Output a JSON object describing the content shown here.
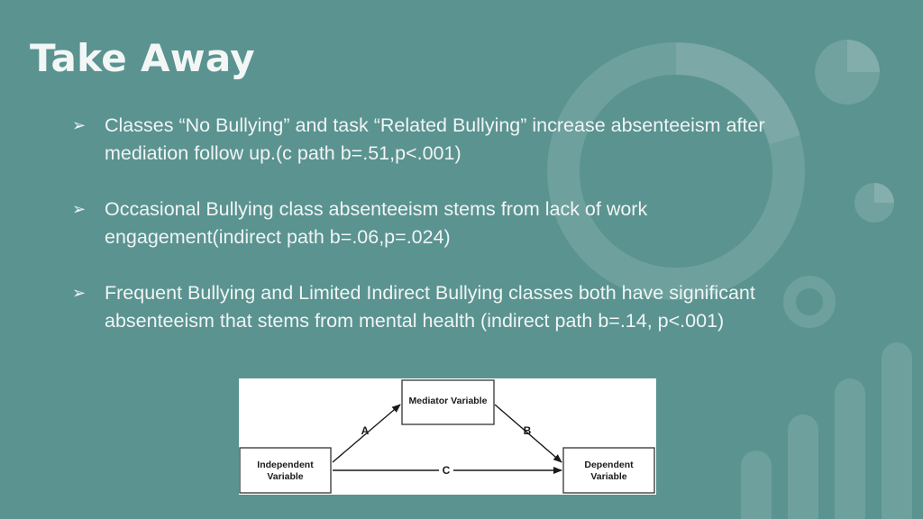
{
  "slide": {
    "title": "Take Away",
    "bullet_icon": "arrowhead-icon",
    "bullets": [
      "Classes “No Bullying” and task “Related Bullying” increase absenteeism after mediation follow up.(c path b=.51,p<.001)",
      " Occasional Bullying class absenteeism stems from lack of work engagement(indirect path b=.06,p=.024)",
      "Frequent Bullying and Limited Indirect Bullying classes both have significant absenteeism that stems from mental health (indirect path b=.14, p<.001)"
    ]
  },
  "diagram": {
    "mediator": "Mediator Variable",
    "independent_line1": "Independent",
    "independent_line2": "Variable",
    "dependent_line1": "Dependent",
    "dependent_line2": "Variable",
    "path_a": "A",
    "path_b": "B",
    "path_c": "C"
  },
  "colors": {
    "background": "#5a9390",
    "text": "#f0f5f4",
    "decoration": "#ffffff"
  }
}
